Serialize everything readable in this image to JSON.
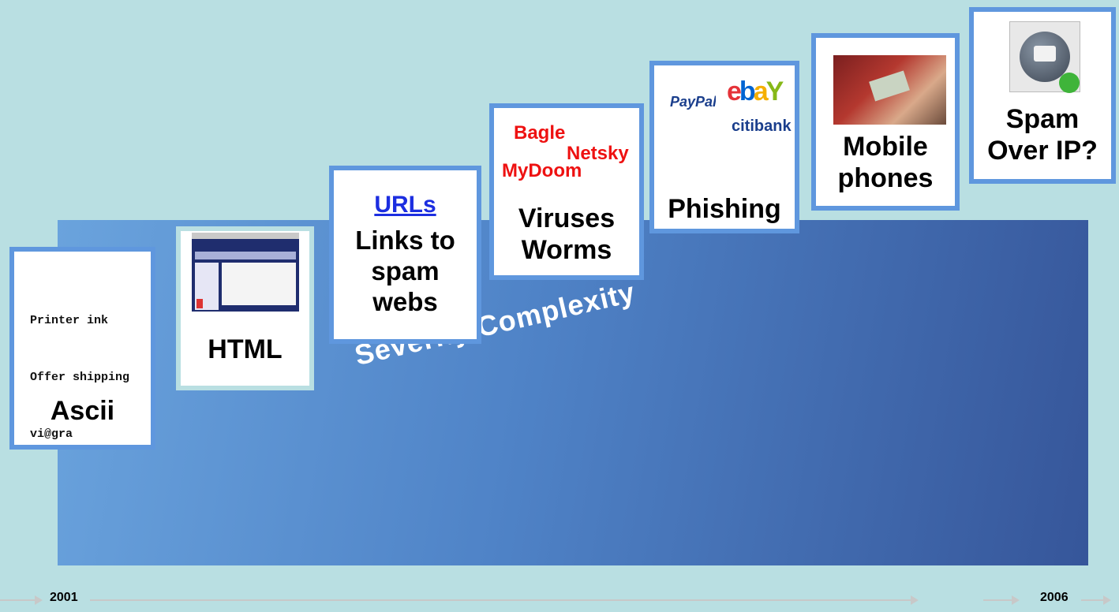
{
  "band": {
    "label": "Severity/Complexity"
  },
  "cards": {
    "ascii": {
      "lines": [
        "Printer ink",
        "Offer shipping",
        "vi@gra"
      ],
      "title": "Ascii"
    },
    "html": {
      "title": "HTML"
    },
    "urls": {
      "link": "URLs",
      "title_lines": [
        "Links to",
        "spam",
        "webs"
      ]
    },
    "viruses": {
      "names": [
        "Bagle",
        "Netsky",
        "MyDoom"
      ],
      "title_lines": [
        "Viruses",
        "Worms"
      ]
    },
    "phishing": {
      "brands": [
        "PayPal",
        "eBay",
        "citibank"
      ],
      "title": "Phishing"
    },
    "mobile": {
      "title_lines": [
        "Mobile",
        "phones"
      ]
    },
    "voip": {
      "title_lines": [
        "Spam",
        "Over IP?"
      ]
    }
  },
  "timeline": {
    "start_year": "2001",
    "end_year": "2006"
  },
  "colors": {
    "background": "#b9dfe2",
    "card_border": "#5f97de",
    "virus_red": "#ee1111",
    "link_blue": "#1c2ee0"
  }
}
